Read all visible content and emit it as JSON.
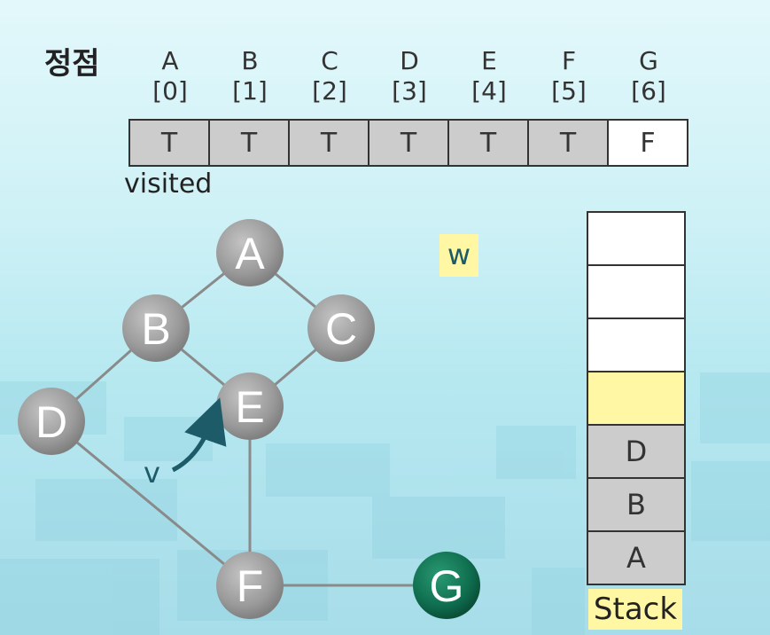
{
  "header_label": "정점",
  "vertices": [
    {
      "name": "A",
      "index": "[0]",
      "visited": "T"
    },
    {
      "name": "B",
      "index": "[1]",
      "visited": "T"
    },
    {
      "name": "C",
      "index": "[2]",
      "visited": "T"
    },
    {
      "name": "D",
      "index": "[3]",
      "visited": "T"
    },
    {
      "name": "E",
      "index": "[4]",
      "visited": "T"
    },
    {
      "name": "F",
      "index": "[5]",
      "visited": "T"
    },
    {
      "name": "G",
      "index": "[6]",
      "visited": "F"
    }
  ],
  "visited_label": "visited",
  "graph": {
    "nodes": {
      "A": "A",
      "B": "B",
      "C": "C",
      "D": "D",
      "E": "E",
      "F": "F",
      "G": "G"
    },
    "edges": [
      [
        "A",
        "B"
      ],
      [
        "A",
        "C"
      ],
      [
        "B",
        "D"
      ],
      [
        "B",
        "E"
      ],
      [
        "C",
        "E"
      ],
      [
        "D",
        "F"
      ],
      [
        "E",
        "F"
      ],
      [
        "F",
        "G"
      ]
    ],
    "current_node": "G",
    "v_label": "v",
    "w_label": "w"
  },
  "stack": {
    "label": "Stack",
    "slots": [
      "",
      "",
      "",
      "",
      "D",
      "B",
      "A"
    ],
    "highlight_slot": 3
  },
  "colors": {
    "node_gray": "#9a9a9a",
    "node_green": "#0f6e4f",
    "highlight_yellow": "#fff7a4",
    "arrow_teal": "#1d5b68"
  }
}
